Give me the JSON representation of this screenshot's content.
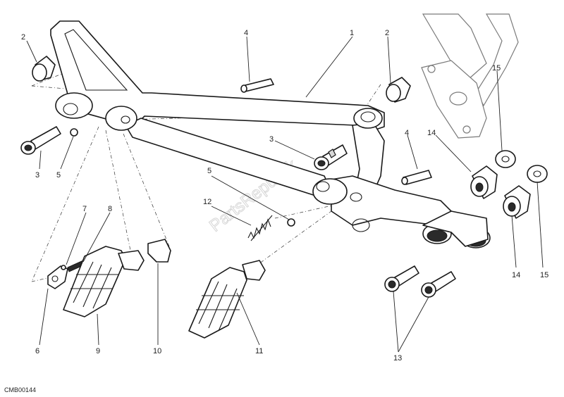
{
  "drawing_code": "CMB00144",
  "watermark": "PartsRepublik",
  "callouts": {
    "c1": "1",
    "c2a": "2",
    "c2b": "2",
    "c3a": "3",
    "c3b": "3",
    "c4a": "4",
    "c4b": "4",
    "c5a": "5",
    "c5b": "5",
    "c6": "6",
    "c7": "7",
    "c8": "8",
    "c9": "9",
    "c10": "10",
    "c11": "11",
    "c12": "12",
    "c13": "13",
    "c14a": "14",
    "c14b": "14",
    "c15a": "15",
    "c15b": "15"
  }
}
